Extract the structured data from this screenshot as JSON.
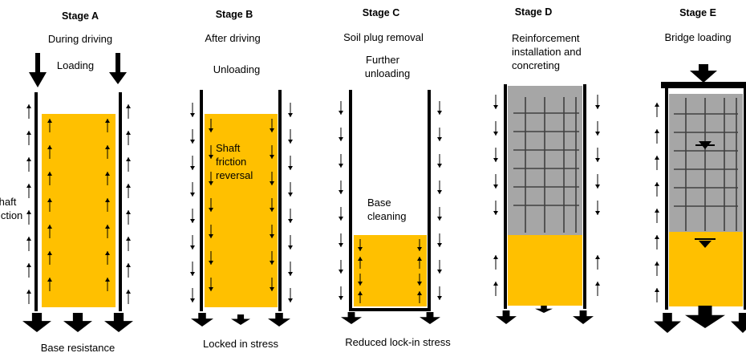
{
  "colors": {
    "soil_plug": "#FFC000",
    "concrete": "#A6A6A6",
    "wall": "#000000",
    "reinforcement": "#404040"
  },
  "stages": [
    {
      "title": "Stage A",
      "caption": "During driving",
      "labels": [
        "Loading",
        "Shaft friction"
      ],
      "footer": "Base resistance"
    },
    {
      "title": "Stage B",
      "caption": "After driving",
      "labels": [
        "Unloading",
        "Shaft friction reversal"
      ],
      "footer": "Locked in stress"
    },
    {
      "title": "Stage C",
      "caption": "Soil plug removal",
      "labels": [
        "Further unloading",
        "Base cleaning"
      ],
      "footer": "Reduced lock-in stress"
    },
    {
      "title": "Stage D",
      "caption": "Reinforcement installation and concreting",
      "labels": [],
      "footer": ""
    },
    {
      "title": "Stage E",
      "caption": "Bridge loading",
      "labels": [],
      "footer": ""
    }
  ]
}
